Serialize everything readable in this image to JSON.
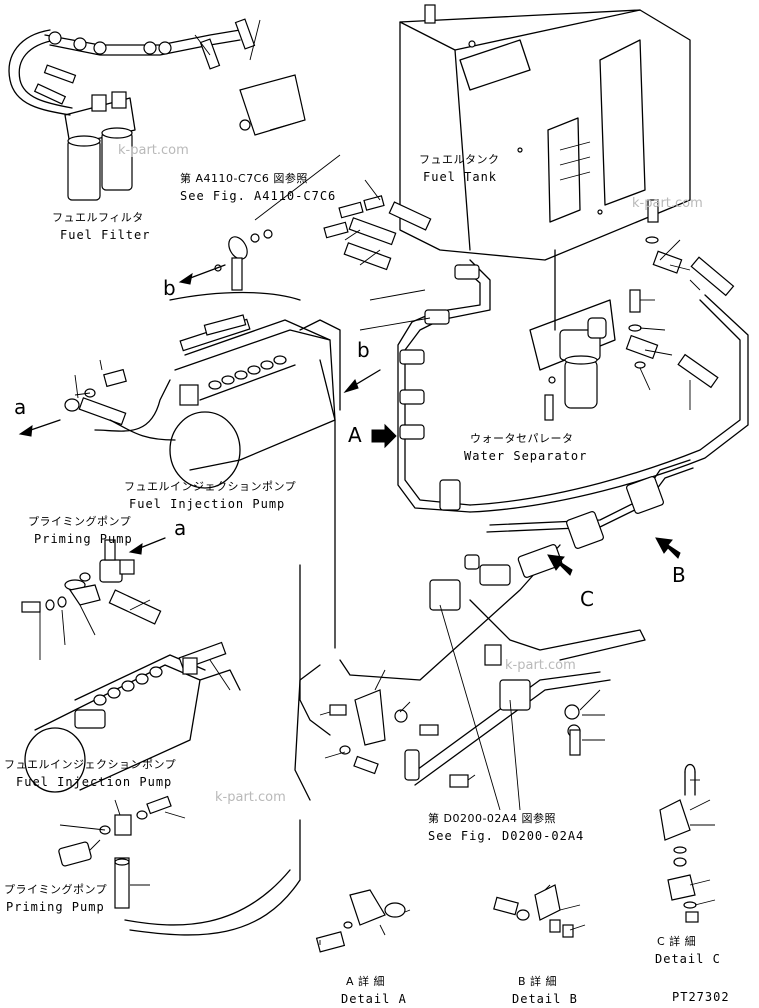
{
  "labels": {
    "fuel_tank_jp": "フュエルタンク",
    "fuel_tank_en": "Fuel Tank",
    "fuel_filter_jp": "フュエルフィルタ",
    "fuel_filter_en": "Fuel Filter",
    "water_sep_jp": "ウォータセパレータ",
    "water_sep_en": "Water Separator",
    "inj_pump_jp": "フュエルインジェクションポンプ",
    "inj_pump_en": "Fuel Injection Pump",
    "inj_pump2_jp": "フュエルインジェクションポンプ",
    "inj_pump2_en": "Fuel Injection Pump",
    "priming_pump_jp": "プライミングポンプ",
    "priming_pump_en": "Priming Pump",
    "priming_pump2_jp": "プライミングポンプ",
    "priming_pump2_en": "Priming Pump",
    "ref1_jp": "第 A4110-C7C6 図参照",
    "ref1_en": "See Fig. A4110-C7C6",
    "ref2_jp": "第 D0200-02A4 図参照",
    "ref2_en": "See Fig. D0200-02A4",
    "detail_a_jp": "A 詳 細",
    "detail_a_en": "Detail A",
    "detail_b_jp": "B 詳 細",
    "detail_b_en": "Detail B",
    "detail_c_jp": "C 詳 細",
    "detail_c_en": "Detail C",
    "part_code": "PT27302"
  },
  "callouts": {
    "a1": "a",
    "a2": "a",
    "b1": "b",
    "b2": "b",
    "A": "A",
    "B": "B",
    "C": "C"
  },
  "watermarks": [
    "k-part.com",
    "k-part.com",
    "k-part.com",
    "k-part.com"
  ]
}
